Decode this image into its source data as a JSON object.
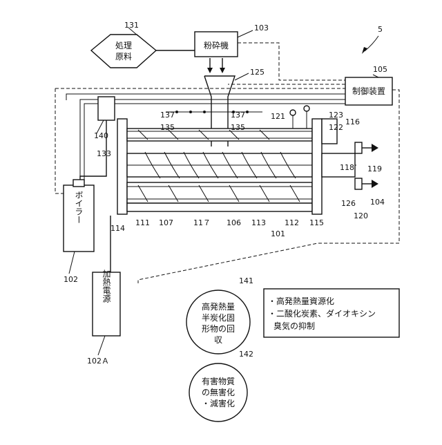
{
  "figure_number": "5",
  "raw_material": {
    "line1": "処理",
    "line2": "原料",
    "ref": "131"
  },
  "crusher": {
    "label": "粉砕機",
    "ref": "103"
  },
  "controller": {
    "label": "制御装置",
    "ref": "105"
  },
  "boiler": {
    "label": "ボイラー",
    "ref": "102"
  },
  "heating_power": {
    "label": "加熱電源",
    "ref": "102Ａ"
  },
  "result_141": {
    "line1": "高発熱量",
    "line2": "半炭化固",
    "line3": "形物の回",
    "line4": "収",
    "ref": "141"
  },
  "result_142": {
    "line1": "有害物質",
    "line2": "の無害化",
    "line3": "・減害化",
    "ref": "142"
  },
  "benefits": {
    "item1": "・高発熱量資源化",
    "item2": "・二酸化炭素、ダイオキシン",
    "item3": "臭気の抑制"
  },
  "refs": {
    "r125": "125",
    "r137a": "137",
    "r137b": "137",
    "r135a": "135",
    "r135b": "135",
    "r121": "121",
    "r123": "123",
    "r122": "122",
    "r116": "116",
    "r140": "140",
    "r133": "133",
    "r118": "118",
    "r119": "119",
    "r126": "126",
    "r104": "104",
    "r120": "120",
    "r114": "114",
    "r111": "111",
    "r107": "107",
    "r117": "11７",
    "r106": "106",
    "r113": "113",
    "r112": "112",
    "r115": "115",
    "r101": "101"
  }
}
